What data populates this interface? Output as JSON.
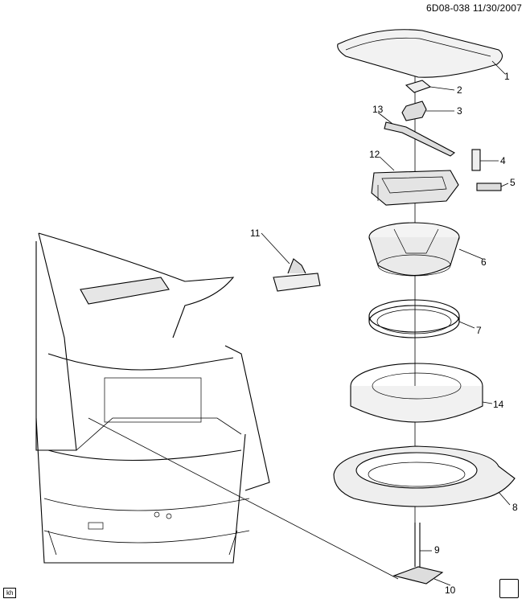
{
  "header": {
    "drawing_id": "6D08-038",
    "date": "11/30/2007"
  },
  "footer": {
    "left_mark": "kh"
  },
  "callouts": [
    "1",
    "2",
    "3",
    "4",
    "5",
    "6",
    "7",
    "8",
    "9",
    "10",
    "11",
    "12",
    "13",
    "14"
  ],
  "colors": {
    "line": "#000000",
    "background": "#ffffff",
    "shade": "#e8e8e8"
  },
  "icons": {
    "bottom_right": "manual-book-icon"
  }
}
